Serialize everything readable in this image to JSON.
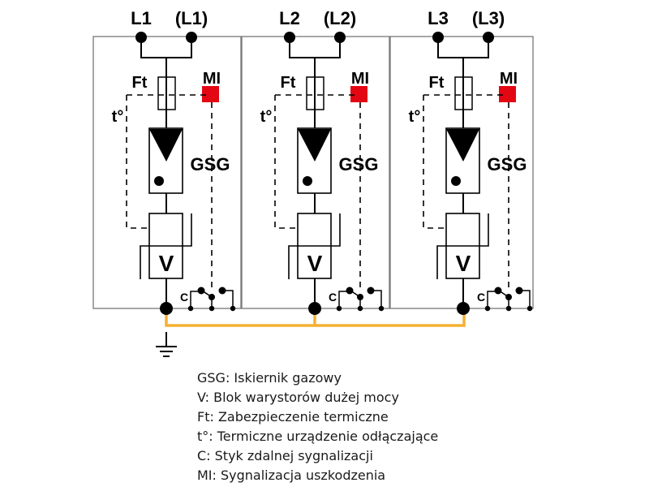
{
  "diagram": {
    "title": "Surge protection device wiring diagram (3 poles)",
    "colors": {
      "line": "#000000",
      "frame": "#777777",
      "mi_indicator": "#e30613",
      "earth_bus": "#f5b031"
    },
    "labels": {
      "ft": "Ft",
      "mi": "MI",
      "t": "t°",
      "gsg": "GSG",
      "v": "V",
      "c": "C"
    },
    "modules": [
      {
        "id": "L1",
        "terminal": "L1",
        "terminal_alt": "(L1)"
      },
      {
        "id": "L2",
        "terminal": "L2",
        "terminal_alt": "(L2)"
      },
      {
        "id": "L3",
        "terminal": "L3",
        "terminal_alt": "(L3)"
      }
    ],
    "earth_symbol": "ground-icon"
  },
  "legend": [
    "GSG: Iskiernik gazowy",
    "V: Blok warystorów dużej mocy",
    "Ft: Zabezpieczenie termiczne",
    "t°: Termiczne urządzenie odłączające",
    "C: Styk zdalnej sygnalizacji",
    "MI: Sygnalizacja uszkodzenia"
  ]
}
